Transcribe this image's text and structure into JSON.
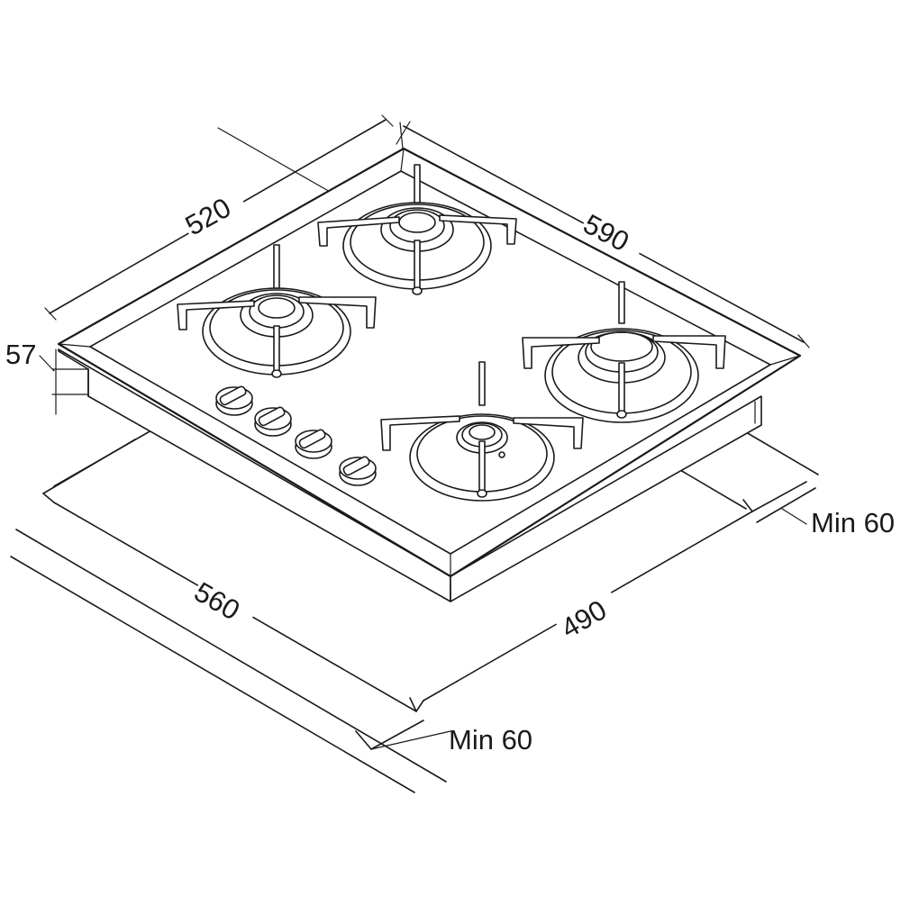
{
  "dimensions": {
    "top_depth": "520",
    "top_width": "590",
    "height": "57",
    "cutout_depth": "560",
    "cutout_width": "490",
    "clearance_right": "Min 60",
    "clearance_front": "Min 60"
  },
  "hob": {
    "burners": 4,
    "knobs": 4
  },
  "colors": {
    "line": "#1a1a1a",
    "background": "#ffffff"
  }
}
